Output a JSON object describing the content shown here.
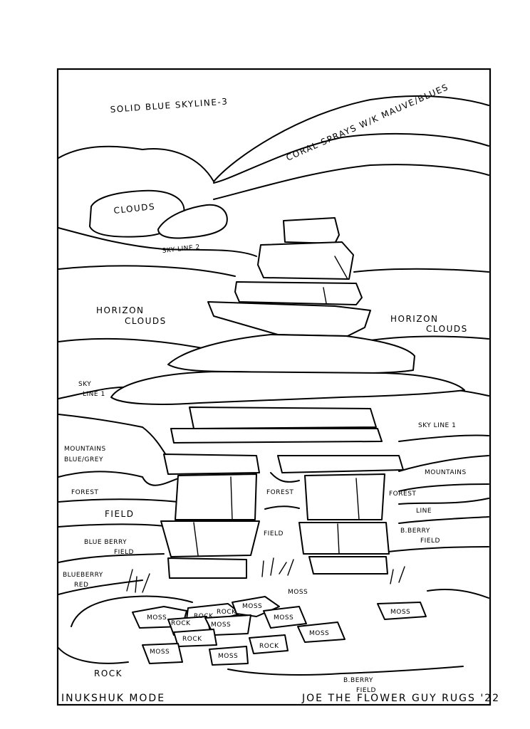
{
  "labels": {
    "sky_solid": "SOLID BLUE SKYLINE-3",
    "coral": "CORAL SPRAYS W/K MAUVE/BLUES",
    "clouds": "CLOUDS",
    "skyline2": "SKY LINE 2",
    "horizon_left_1": "HORIZON",
    "horizon_left_2": "CLOUDS",
    "horizon_right_1": "HORIZON",
    "horizon_right_2": "CLOUDS",
    "skyline1_a": "SKY",
    "skyline1_b": "LINE 1",
    "skyline_right": "SKY LINE 1",
    "mountains_left_1": "MOUNTAINS",
    "mountains_left_2": "BLUE/GREY",
    "mountains_right": "MOUNTAINS",
    "forest_left": "FOREST",
    "forest_center": "FOREST",
    "forest_right": "FOREST",
    "line_right": "LINE",
    "field_left": "FIELD",
    "field_center": "FIELD",
    "bberry_right_1": "B.BERRY",
    "bberry_right_2": "FIELD",
    "blueberry_field_1": "BLUE BERRY",
    "blueberry_field_2": "FIELD",
    "blueberry_red_1": "BLUEBERRY",
    "blueberry_red_2": "RED",
    "moss_1": "MOSS",
    "moss_2": "MOSS",
    "moss_3": "MOSS",
    "moss_4": "MOSS",
    "moss_5": "MOSS",
    "moss_6": "MOSS",
    "moss_7": "MOSS",
    "moss_8": "MOSS",
    "moss_9": "MOSS",
    "rock_1": "ROCK",
    "rock_2": "ROCK",
    "rock_3": "ROCK",
    "rock_4": "ROCK",
    "rock_5": "ROCK",
    "rock_bottom": "ROCK",
    "bberry_bottom_1": "B.BERRY",
    "bberry_bottom_2": "FIELD"
  },
  "footer": {
    "title": "INUKSHUK MODE",
    "credit": "JOE THE FLOWER GUY RUGS '22"
  }
}
